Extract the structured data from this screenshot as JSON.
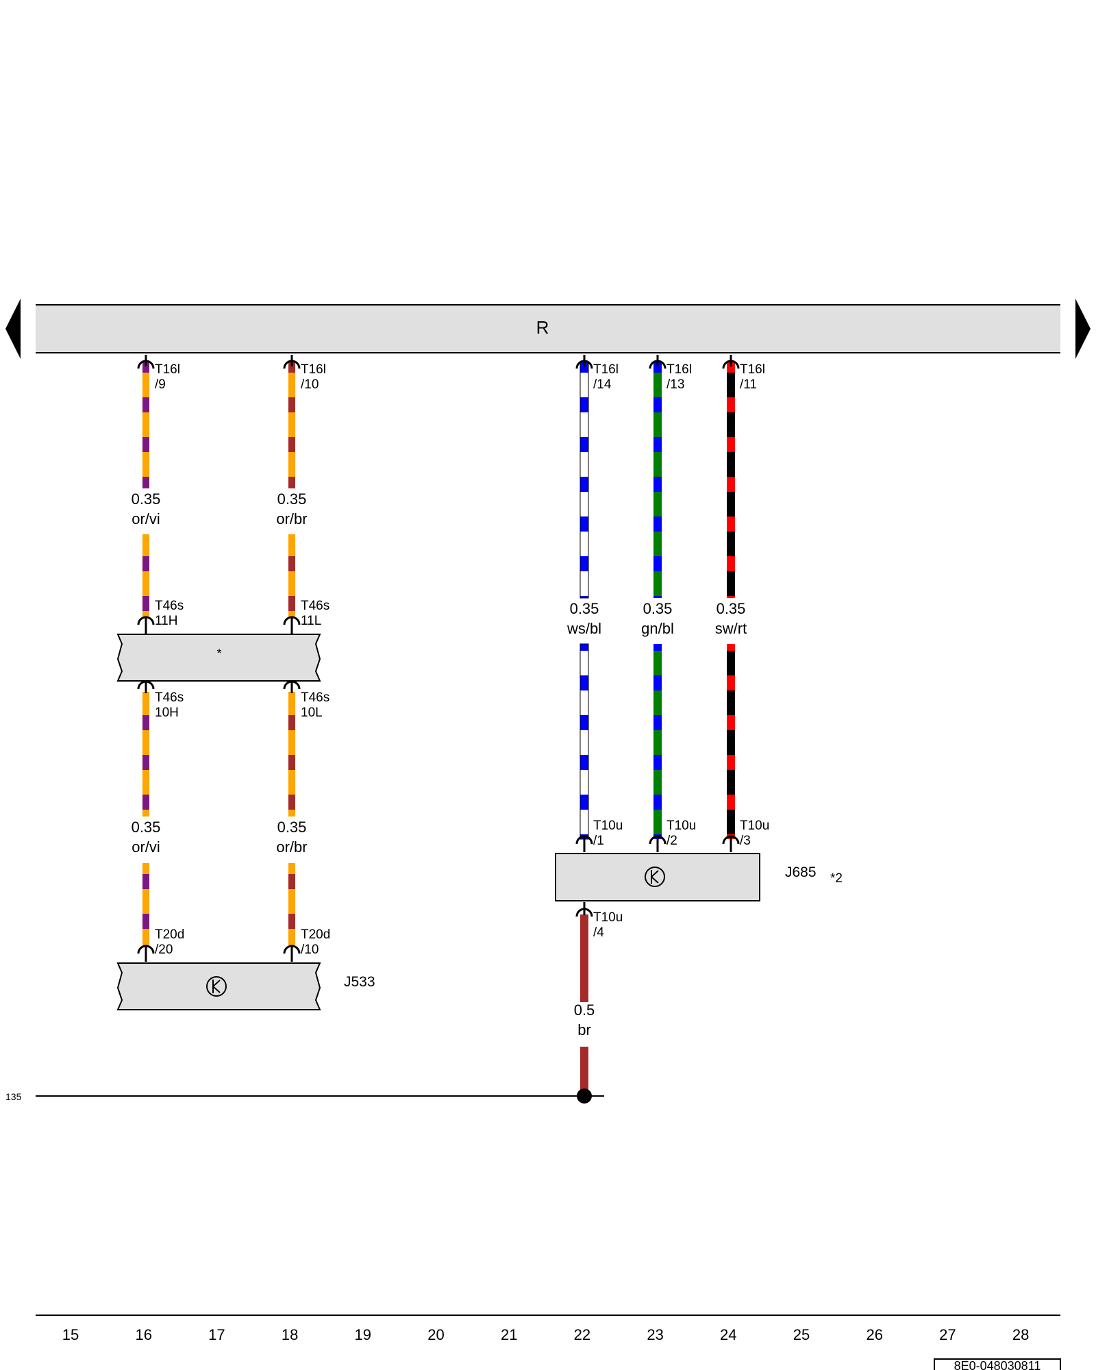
{
  "header_box": {
    "label": "R"
  },
  "wires": [
    {
      "id": "w1",
      "top_connector": {
        "name": "T16l",
        "pin": "/9"
      },
      "size": "0.35",
      "color_code": "or/vi",
      "base": "#ffa500",
      "stripe": "#7b1780"
    },
    {
      "id": "w2",
      "top_connector": {
        "name": "T16l",
        "pin": "/10"
      },
      "size": "0.35",
      "color_code": "or/br",
      "base": "#ffa500",
      "stripe": "#a52a2a"
    },
    {
      "id": "w3",
      "top_connector": {
        "name": "T16l",
        "pin": "/14"
      },
      "size": "0.35",
      "color_code": "ws/bl",
      "base": "#ffffff",
      "stripe": "#0000ff"
    },
    {
      "id": "w4",
      "top_connector": {
        "name": "T16l",
        "pin": "/13"
      },
      "size": "0.35",
      "color_code": "gn/bl",
      "base": "#008000",
      "stripe": "#0000ff"
    },
    {
      "id": "w5",
      "top_connector": {
        "name": "T16l",
        "pin": "/11"
      },
      "size": "0.35",
      "color_code": "sw/rt",
      "base": "#000000",
      "stripe": "#ff0000"
    }
  ],
  "upper_pair": [
    {
      "size": "0.35",
      "color_code": "or/vi"
    },
    {
      "size": "0.35",
      "color_code": "or/br"
    }
  ],
  "lower_pair": [
    {
      "size": "0.35",
      "color_code": "or/vi"
    },
    {
      "size": "0.35",
      "color_code": "or/br"
    }
  ],
  "lower_pair_top_connectors": [
    {
      "name": "T46s",
      "pin": "10H"
    },
    {
      "name": "T46s",
      "pin": "10L"
    }
  ],
  "mid_connectors": [
    {
      "name": "T46s",
      "pin": "11H"
    },
    {
      "name": "T46s",
      "pin": "11L"
    }
  ],
  "star_box": {
    "label": "*"
  },
  "j533": {
    "label": "J533",
    "connectors": [
      {
        "name": "T20d",
        "pin": "/20"
      },
      {
        "name": "T20d",
        "pin": "/10"
      }
    ]
  },
  "j685": {
    "label": "J685",
    "note": "*2",
    "connectors": [
      {
        "name": "T10u",
        "pin": "/1"
      },
      {
        "name": "T10u",
        "pin": "/2"
      },
      {
        "name": "T10u",
        "pin": "/3"
      }
    ],
    "ground_connector": {
      "name": "T10u",
      "pin": "/4"
    }
  },
  "ground_wire": {
    "size": "0.5",
    "color_code": "br",
    "color": "#a52a2a"
  },
  "ground_line": {
    "ref": "135"
  },
  "footer": {
    "columns": [
      "15",
      "16",
      "17",
      "18",
      "19",
      "20",
      "21",
      "22",
      "23",
      "24",
      "25",
      "26",
      "27",
      "28"
    ],
    "doc_id": "8E0-048030811"
  },
  "colors": {
    "box_fill": "#e0e0e0",
    "line": "#000000"
  }
}
